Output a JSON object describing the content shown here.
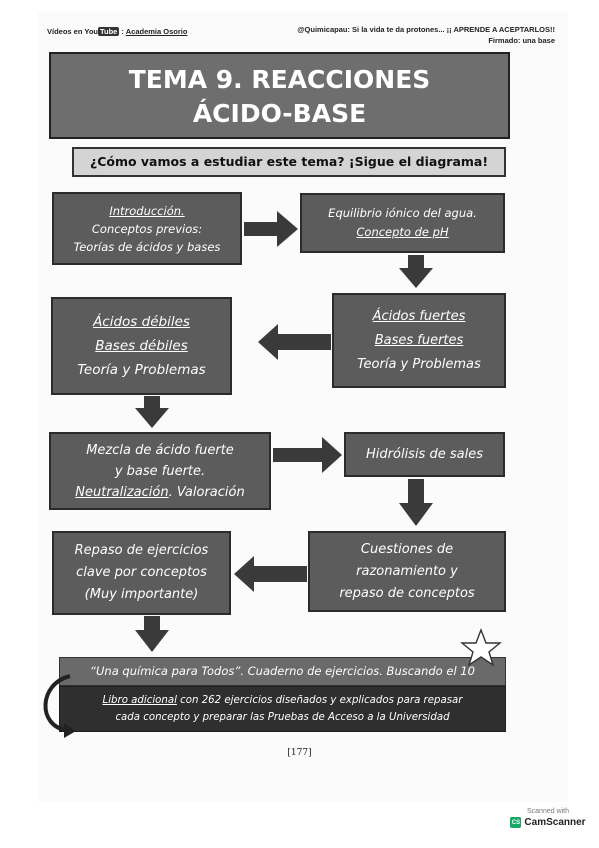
{
  "header": {
    "left_prefix": "Vídeos en You",
    "left_youtube": "Tube",
    "left_separator": " : ",
    "left_channel": "Academia Osorio",
    "right_line1": "@Quimicapau: Si la vida te da protones... ¡¡ APRENDE A ACEPTARLOS!!",
    "right_line2": "Firmado: una base"
  },
  "title": {
    "line1": "TEMA 9. REACCIONES",
    "line2": "ÁCIDO-BASE"
  },
  "subtitle": "¿Cómo vamos a estudiar este tema? ¡Sigue el diagrama!",
  "boxes": {
    "intro": {
      "line1": "Introducción.",
      "line2": "Conceptos previos:",
      "line3": "Teorías de ácidos y bases"
    },
    "equilibrio": {
      "line1": "Equilibrio iónico del agua.",
      "line2": "Concepto de pH"
    },
    "debiles": {
      "line1": "Ácidos débiles",
      "line2": "Bases débiles",
      "line3": "Teoría y Problemas"
    },
    "fuertes": {
      "line1": "Ácidos fuertes",
      "line2": "Bases fuertes",
      "line3": "Teoría y Problemas"
    },
    "mezcla": {
      "line1": "Mezcla de ácido fuerte",
      "line2": "y base fuerte.",
      "line3a": "Neutralización",
      "line3b": ". Valoración"
    },
    "hidrolisis": {
      "line1": "Hidrólisis de sales"
    },
    "repaso": {
      "line1": "Repaso de ejercicios",
      "line2": "clave por conceptos",
      "line3": "(Muy importante)"
    },
    "cuestiones": {
      "line1": "Cuestiones de",
      "line2": "razonamiento y",
      "line3": "repaso de conceptos"
    }
  },
  "banner": {
    "line1": "“Una química para Todos”. Cuaderno de ejercicios. Buscando el 10",
    "line2a": "Libro adicional",
    "line2b": " con 262 ejercicios diseñados y explicados para repasar",
    "line3": "cada concepto y preparar las Pruebas de Acceso a la Universidad"
  },
  "page_number": "[177]",
  "watermark": {
    "scanned_with": "Scanned with",
    "logo": "CS",
    "name": "CamScanner"
  },
  "colors": {
    "box": "#5c5c5c",
    "arrow": "#3a3a3a",
    "title_bg": "#6e6e6e",
    "subtitle_bg": "#d4d4d4",
    "banner_dark": "#2f2f2f",
    "camscanner": "#17a866"
  },
  "icons": [
    "star-icon",
    "curved-arrow-icon",
    "arrow-right-icon",
    "arrow-down-icon",
    "arrow-left-icon",
    "camscanner-logo-icon"
  ]
}
